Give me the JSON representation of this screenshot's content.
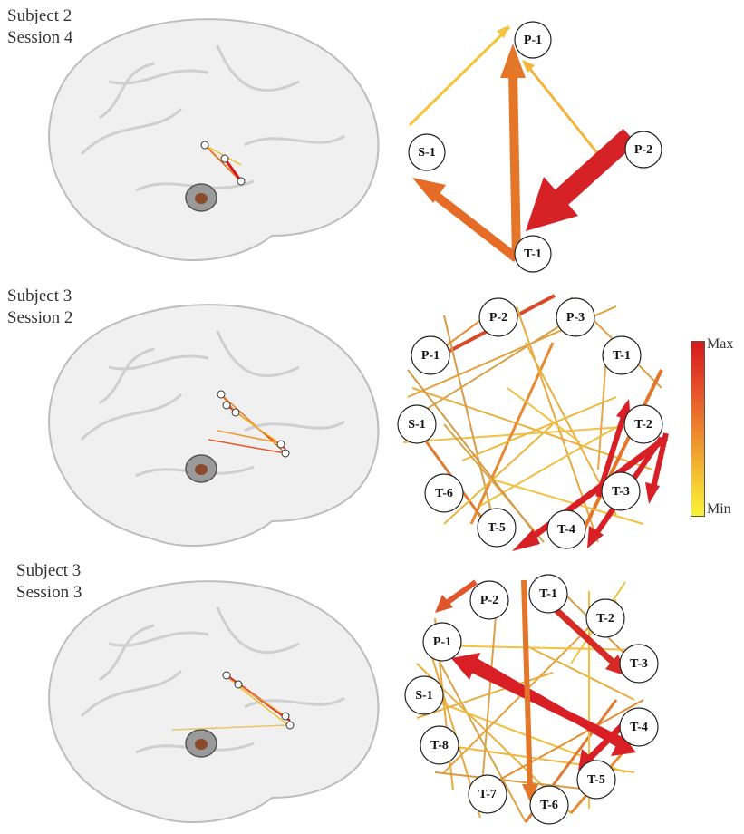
{
  "panels": [
    {
      "subject": "Subject 2",
      "session": "Session 4",
      "nodes": [
        "P-1",
        "S-1",
        "P-2",
        "T-1"
      ]
    },
    {
      "subject": "Subject 3",
      "session": "Session 2",
      "nodes": [
        "P-2",
        "P-3",
        "P-1",
        "T-1",
        "S-1",
        "T-2",
        "T-6",
        "T-3",
        "T-5",
        "T-4"
      ]
    },
    {
      "subject": "Subject 3",
      "session": "Session 3",
      "nodes": [
        "T-1",
        "P-2",
        "T-2",
        "P-1",
        "T-3",
        "S-1",
        "T-4",
        "T-8",
        "T-5",
        "T-7",
        "T-6"
      ]
    }
  ],
  "colorbar": {
    "max_label": "Max",
    "min_label": "Min",
    "colors": [
      "#d7191c",
      "#e8562a",
      "#f09a2e",
      "#f6d432",
      "#fbf234"
    ]
  }
}
